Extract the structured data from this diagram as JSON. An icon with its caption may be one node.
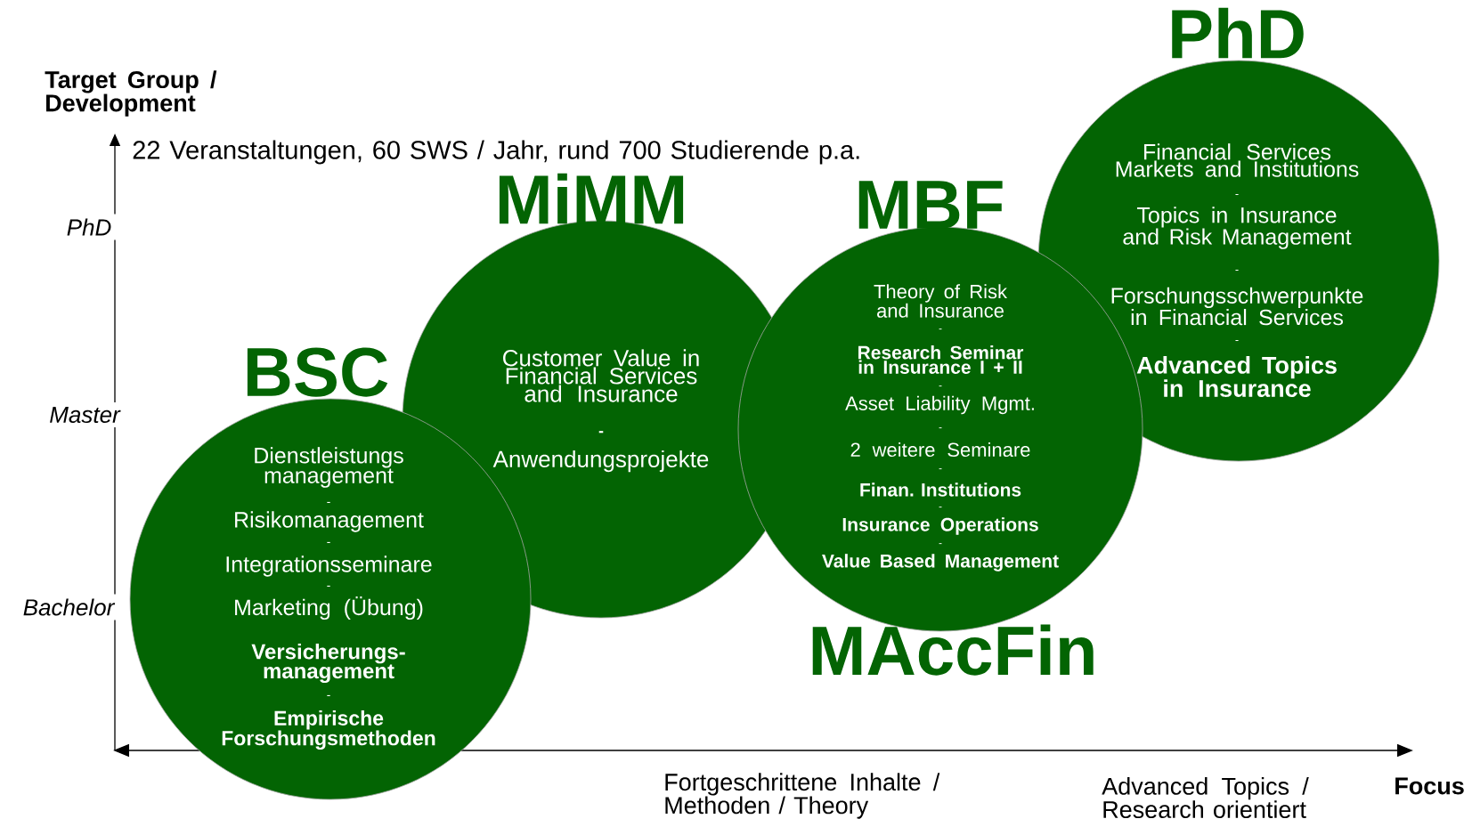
{
  "diagram": {
    "nodes": [
      {
        "text": [
          "BSC",
          "Dienstleistungs management",
          "-",
          "Risikomanagement",
          "-",
          "Integrationsseminare",
          "-",
          "Marketing (Übung)",
          "Versicherungs- management",
          "-",
          "Empirische Forschungsmethoden"
        ]
      },
      {
        "text": [
          "MiMM",
          "Customer Value in Financial Services and Insurance",
          "-",
          "Anwendungsprojekte"
        ]
      },
      {
        "text": [
          "MBF",
          "Theory of Risk and Insurance",
          "-",
          "Research Seminar in Insurance I + II",
          "-",
          "Asset Liability Mgmt.",
          "-",
          "2 weitere Seminare",
          "-",
          "Finan. Institutions",
          "-",
          "Insurance Operations",
          "-",
          "Value Based Management"
        ],
        "beside": [
          "MAccFin"
        ]
      },
      {
        "text": [
          "PhD",
          "Financial Services Markets and Institutions",
          "-",
          "Topics in Insurance and Risk Management",
          "-",
          "Forschungsschwerpunkte in Financial Services",
          "-",
          "Advanced Topics in Insurance"
        ]
      }
    ],
    "labels": [
      "Target Group / Development",
      "22 Veranstaltungen, 60 SWS / Jahr, rund 700 Studierende p.a.",
      "PhD",
      "Master",
      "Bachelor",
      "Fortgeschrittene Inhalte / Methoden / Theory",
      "Advanced Topics / Research orientiert",
      "Focus"
    ]
  }
}
